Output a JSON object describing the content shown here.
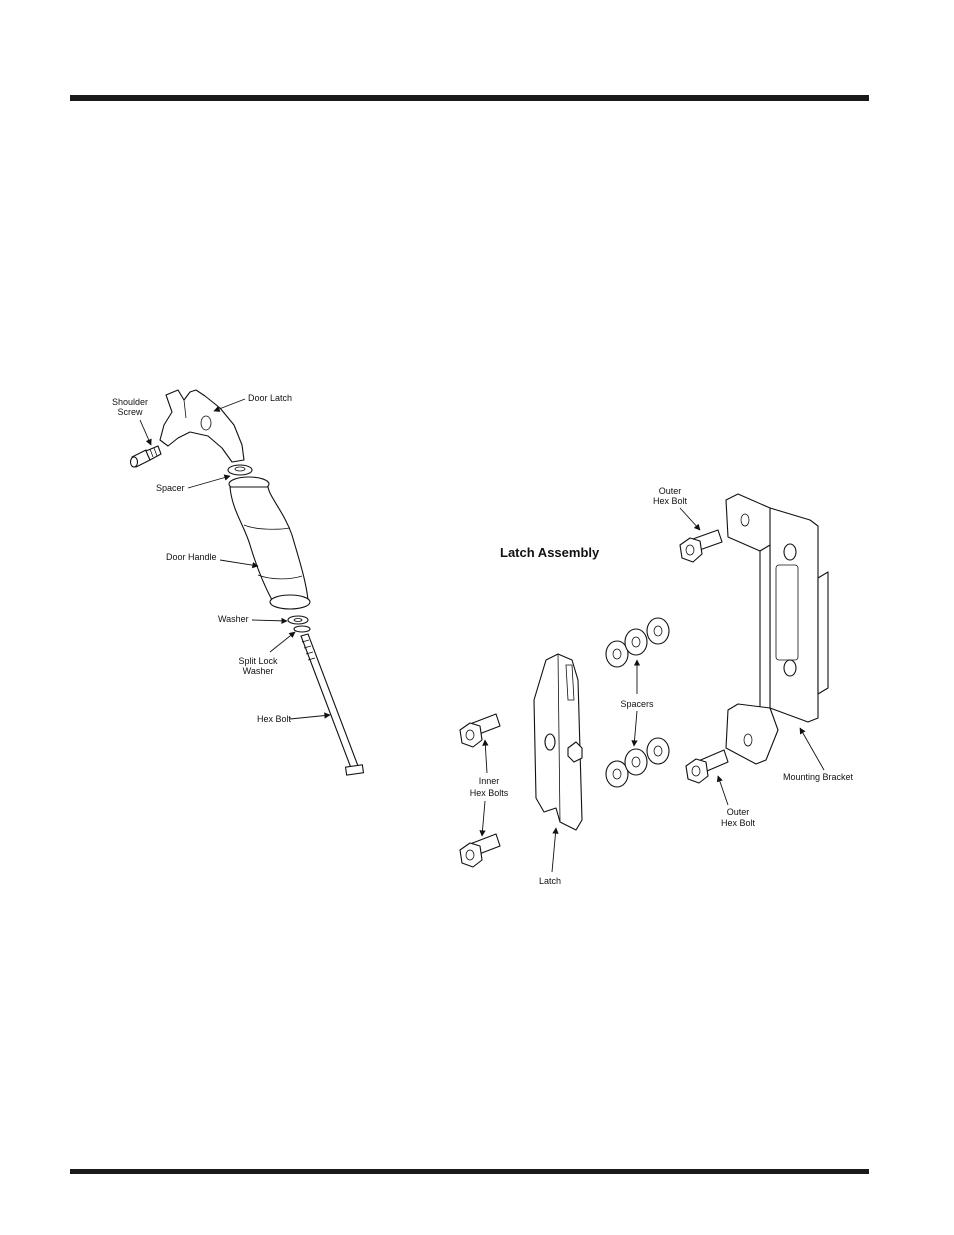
{
  "figure": {
    "title": "Latch Assembly",
    "handle_labels": {
      "shoulder_screw": [
        "Shoulder",
        "Screw"
      ],
      "door_latch": "Door Latch",
      "spacer": "Spacer",
      "door_handle": "Door Handle",
      "washer": "Washer",
      "split_lock_washer": [
        "Split Lock",
        "Washer"
      ],
      "hex_bolt": "Hex Bolt"
    },
    "latch_labels": {
      "outer_hex_bolt_top": [
        "Outer",
        "Hex Bolt"
      ],
      "outer_hex_bolt_bottom": [
        "Outer",
        "Hex Bolt"
      ],
      "spacers": "Spacers",
      "inner_hex_bolts": [
        "Inner",
        "Hex Bolts"
      ],
      "latch": "Latch",
      "mounting_bracket": "Mounting Bracket"
    }
  }
}
